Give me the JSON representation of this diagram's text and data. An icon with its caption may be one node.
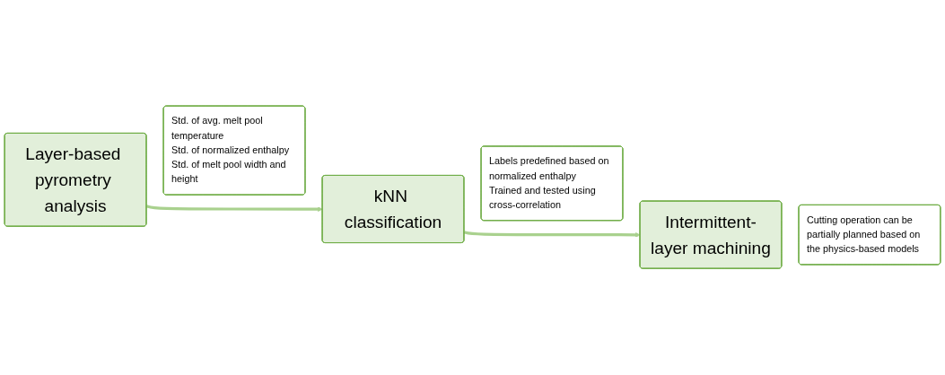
{
  "diagram": {
    "nodes": [
      {
        "text": [
          "Layer-based pyrometry analysis"
        ]
      },
      {
        "text": [
          "Std. of avg. melt pool temperature",
          "Std. of normalized enthalpy",
          "Std. of melt pool width and height"
        ]
      },
      {
        "text": [
          "kNN classification"
        ]
      },
      {
        "text": [
          "Labels predefined based on normalized enthalpy",
          "Trained and tested using cross-correlation"
        ]
      },
      {
        "text": [
          "Intermittent-layer machining"
        ]
      },
      {
        "text": [
          "Cutting operation can be partially planned based on the physics-based models"
        ]
      }
    ],
    "edges": [
      {
        "from": 0,
        "to": 2,
        "arrow": "to"
      },
      {
        "from": 2,
        "to": 4,
        "arrow": "to"
      }
    ]
  }
}
